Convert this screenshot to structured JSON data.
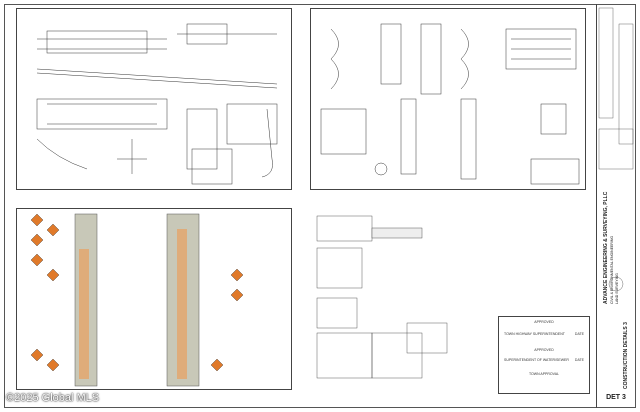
{
  "title_block": {
    "firm_name": "ADVANCE ENGINEERING & SURVEYING, PLLC",
    "firm_line2": "CIVIL & ENVIRONMENTAL ENGINEERING",
    "firm_line3": "LAND SURVEYING",
    "sheet_title": "CONSTRUCTION DETAILS 3",
    "sheet_number": "DET 3"
  },
  "approvals": {
    "approval_1": "APPROVED",
    "approval_1_sig": "TOWN HIGHWAY SUPERINTENDENT",
    "approval_1_date": "DATE",
    "approval_2": "APPROVED",
    "approval_2_sig": "SUPERINTENDENT OF WATER/SEWER",
    "approval_2_date": "DATE",
    "approval_3": "TOWN APPROVAL"
  },
  "watermark": "©2025 Global MLS"
}
